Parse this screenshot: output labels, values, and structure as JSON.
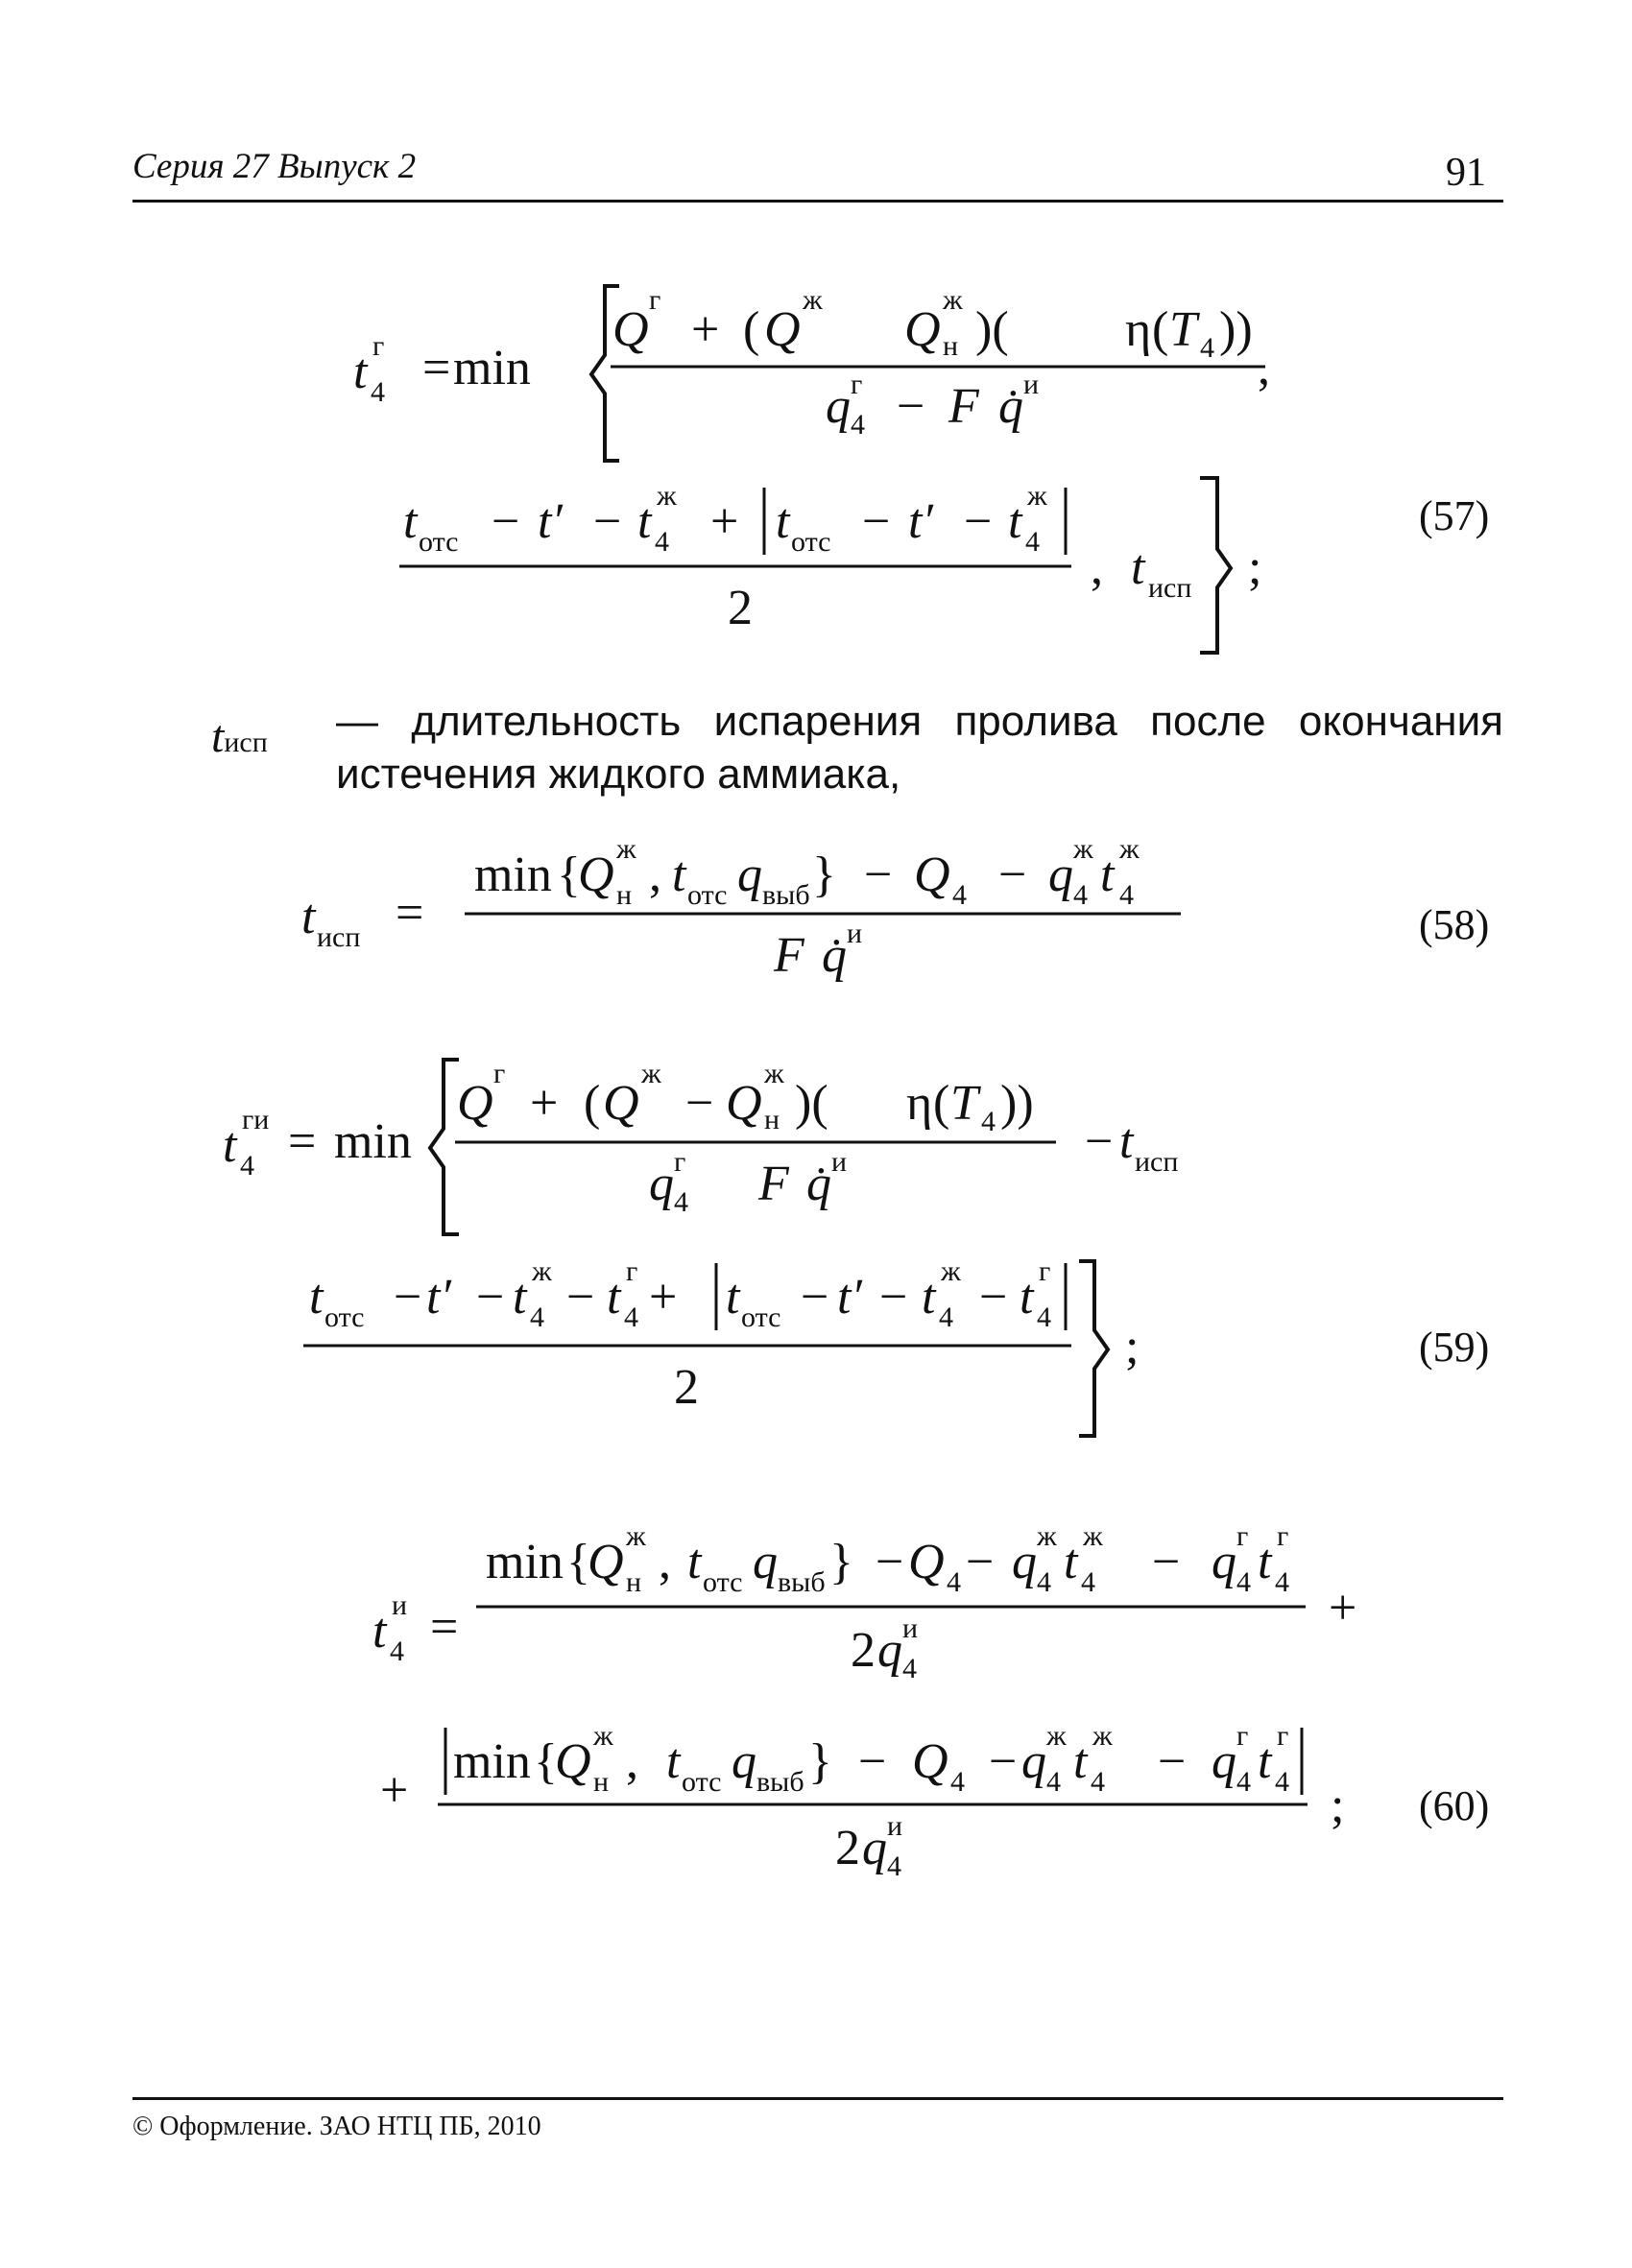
{
  "header": {
    "series": "Серия 27 Выпуск 2",
    "page_number": "91"
  },
  "eq57": {
    "number": "(57)",
    "lhs_var": "t",
    "lhs_sup": "г",
    "lhs_sub": "4",
    "min": "min",
    "eqsign": "=",
    "num1_Q": "Q",
    "num1_sup_g": "г",
    "plus": "+",
    "num1_Qzh_sup": "ж",
    "num1_Qn_sup": "ж",
    "num1_Qn_sub": "н",
    "eta": "η",
    "T": "T",
    "T_sub": "4",
    "den1_q": "q",
    "den1_sup": "г",
    "den1_sub": "4",
    "minus": "−",
    "F": "F",
    "qdot_sup": "и",
    "comma": ",",
    "num2_t": "t",
    "sub_otc": "отс",
    "prime": "′",
    "sup_zh": "ж",
    "sub4": "4",
    "den2": "2",
    "t_isp": "t",
    "sub_isp": "исп",
    "semicolon": ";"
  },
  "note": {
    "symbol": "t",
    "symbol_sub": "исп",
    "dash": "—",
    "text": "длительность испарения пролива после окончания истечения жидкого аммиака,"
  },
  "eq58": {
    "number": "(58)",
    "min": "min",
    "Q4": "Q",
    "sub4": "4",
    "q": "q",
    "t": "t",
    "sub_vyb": "выб",
    "sub_otc": "отс",
    "sup_zh": "ж",
    "sub_n": "н",
    "F": "F",
    "sup_i": "и"
  },
  "eq59": {
    "number": "(59)",
    "lhs_sup": "ги",
    "min": "min",
    "sup_g": "г",
    "den2": "2"
  },
  "eq60": {
    "number": "(60)",
    "lhs_sup": "и",
    "min": "min",
    "two": "2"
  },
  "footer": {
    "text": "© Оформление. ЗАО НТЦ ПБ, 2010"
  }
}
